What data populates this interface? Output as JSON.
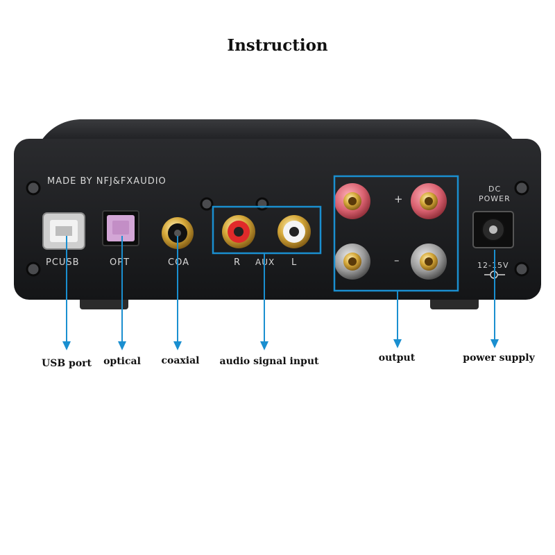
{
  "title": "Instruction",
  "panel": {
    "brand": "MADE BY NFJ&FXAUDIO",
    "usb": "PCUSB",
    "optical": "OPT",
    "coaxial": "COA",
    "aux_r": "R",
    "aux": "AUX",
    "aux_l": "L",
    "plus": "+",
    "minus": "–",
    "dc": "DC",
    "power": "POWER",
    "voltage": "12-15V"
  },
  "callouts": {
    "usb": "USB port",
    "optical": "optical",
    "coaxial": "coaxial",
    "audio": "audio signal input",
    "output": "output",
    "power": "power supply"
  },
  "colors": {
    "callout": "#1a8fd0",
    "chassis": "#1b1c1e",
    "optical_cap": "#d3a6d6"
  }
}
